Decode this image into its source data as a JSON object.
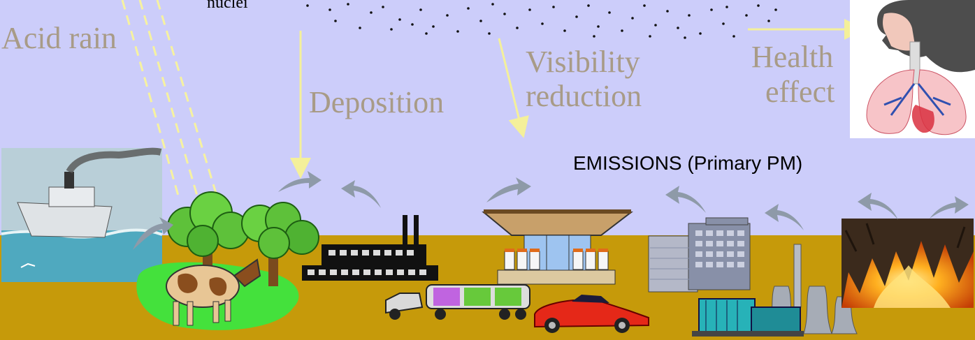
{
  "labels": {
    "nuclei": "nuclei",
    "acid_rain": "Acid rain",
    "deposition": "Deposition",
    "visibility_line1": "Visibility",
    "visibility_line2": "reduction",
    "health_line1": "Health",
    "health_line2": "effect",
    "emissions": "EMISSIONS (Primary PM)"
  },
  "colors": {
    "sky": "#cccdfa",
    "ground": "#c69a0a",
    "label_text": "#a89b87",
    "arrow_yellow": "#f4f09a",
    "rain_yellow": "#f6f2a0",
    "emission_arrow": "#8e9aa8",
    "grass": "#44e13c",
    "sea": "#4fa9bf"
  },
  "icons": [
    "ship-icon",
    "trees-icon",
    "cow-icon",
    "factory-icon",
    "tanker-truck-icon",
    "sports-car-icon",
    "gas-station-icon",
    "office-building-icon",
    "power-plant-icon",
    "wildfire-icon",
    "human-respiratory-icon"
  ]
}
